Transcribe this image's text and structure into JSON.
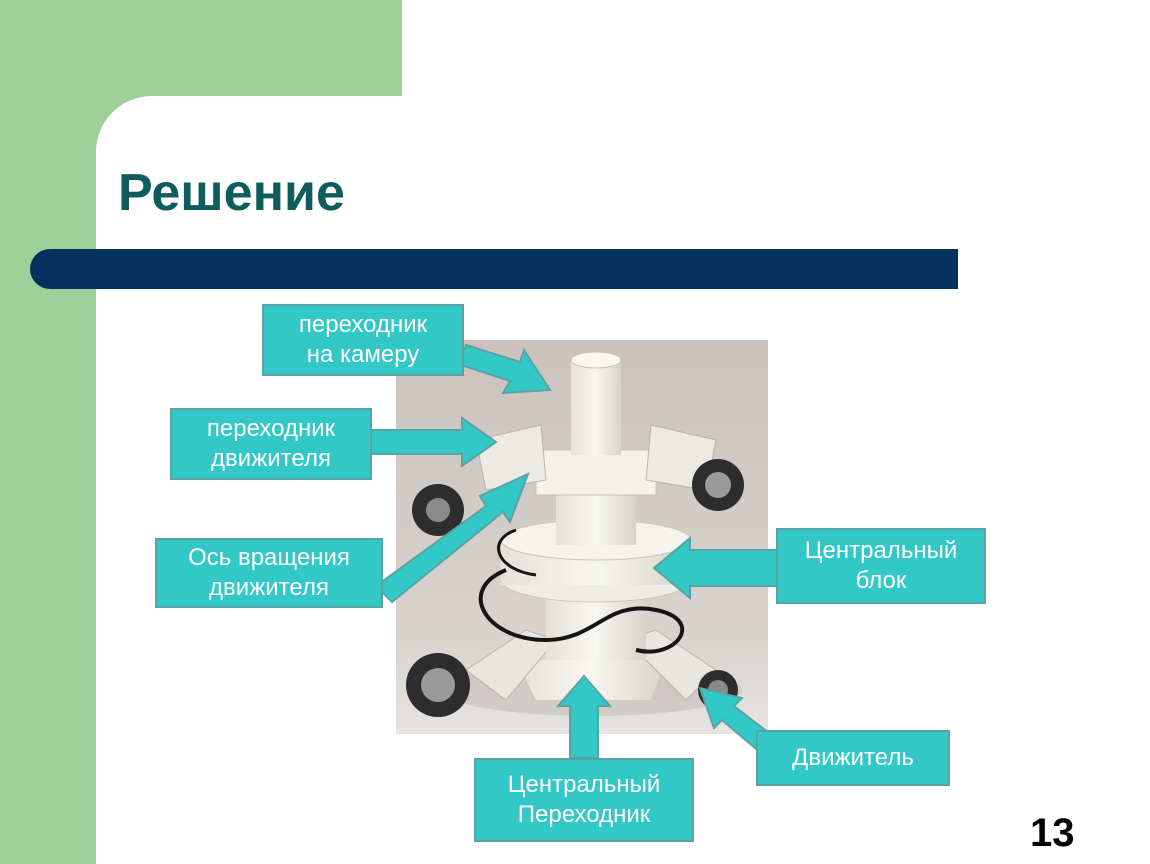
{
  "slide": {
    "title": "Решение",
    "page_number": "13"
  },
  "labels": {
    "camera_adapter": [
      "переходник",
      "на камеру"
    ],
    "thruster_adapter": [
      "переходник",
      "движителя"
    ],
    "rotation_axis": [
      "Ось вращения",
      "движителя"
    ],
    "central_block": [
      "Центральный",
      "блок"
    ],
    "thruster": [
      "Движитель"
    ],
    "central_adapter": [
      "Центральный",
      "Переходник"
    ]
  },
  "colors": {
    "green_panel": "#a0d09a",
    "title": "#0f5c5c",
    "bar": "#03325f",
    "label_fill": "#32c8c8"
  }
}
